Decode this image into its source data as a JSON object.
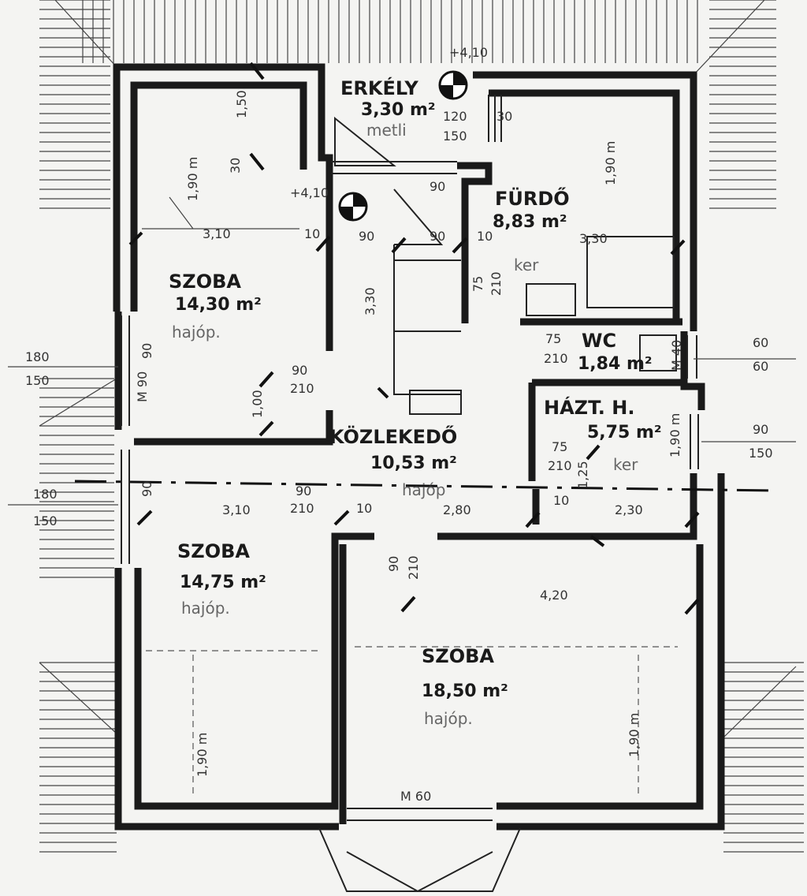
{
  "rooms": {
    "erkely": {
      "name": "ERKÉLY",
      "area": "3,30 m²",
      "floor": "metli"
    },
    "furdo": {
      "name": "FÜRDŐ",
      "area": "8,83 m²",
      "floor": "ker"
    },
    "wc": {
      "name": "WC",
      "area": "1,84 m²"
    },
    "hazt": {
      "name": "HÁZT. H.",
      "area": "5,75 m²",
      "floor": "ker"
    },
    "szoba1": {
      "name": "SZOBA",
      "area": "14,30 m²",
      "floor": "hajóp."
    },
    "szoba2": {
      "name": "SZOBA",
      "area": "14,75 m²",
      "floor": "hajóp."
    },
    "szoba3": {
      "name": "SZOBA",
      "area": "18,50 m²",
      "floor": "hajóp."
    },
    "hall": {
      "name": "KÖZLEKEDŐ",
      "area": "10,53 m²",
      "floor": "hajóp"
    }
  },
  "levels": {
    "top": "+4,10",
    "hall": "+4,10"
  },
  "dims": {
    "d150": "1,50",
    "d30": "30",
    "d310a": "3,10",
    "d10a": "10",
    "d90a": "90",
    "d90b": "90",
    "d10b": "10",
    "d330": "3,30",
    "d330v": "3,30",
    "d120": "120",
    "d150b": "150",
    "d30b": "30",
    "d90c": "90",
    "d75a": "75",
    "d210a": "210",
    "d75b": "75",
    "d210b": "210",
    "d90d": "90",
    "d210c": "210",
    "d100": "1,00",
    "d180": "180",
    "d150c": "150",
    "d60a": "60",
    "d60b": "60",
    "d90e": "90",
    "d150d": "150",
    "d180b": "180",
    "d150e": "150",
    "d310b": "3,10",
    "d90f": "90",
    "d210d": "210",
    "d10c": "10",
    "d280": "2,80",
    "d10d": "10",
    "d230": "2,30",
    "d125": "1,25",
    "d75c": "75",
    "d210e": "210",
    "d90g": "90",
    "d210f": "210",
    "d420": "4,20",
    "d90h": "90",
    "d90i": "90",
    "d190a": "1,90 m",
    "d190b": "1,90 m",
    "d190c": "1,90 m",
    "d190d": "1,90 m",
    "d190e": "1,90 m",
    "m60": "M 60",
    "m40": "M 40",
    "m90": "M 90"
  }
}
